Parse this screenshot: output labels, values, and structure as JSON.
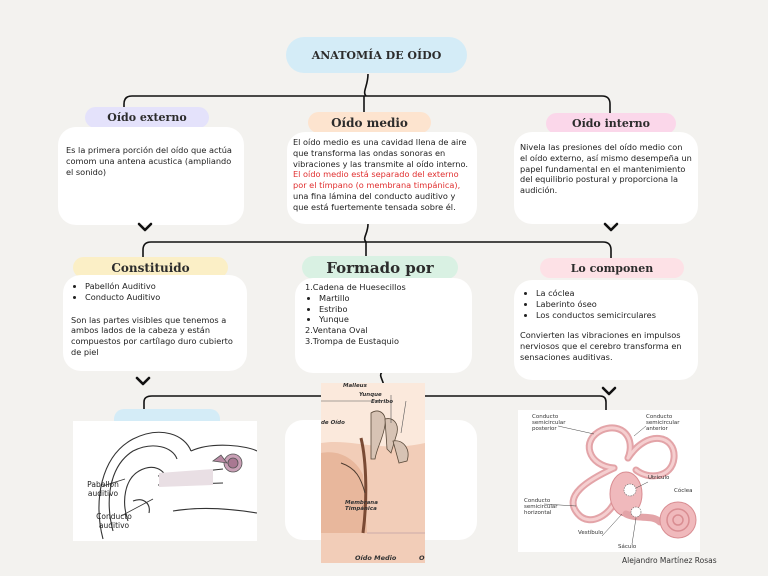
{
  "title": "ANATOMÍA DE OÍDO",
  "sections": {
    "externo": {
      "heading": "Oído externo",
      "text": "Es la primera porción del oído que actúa comom una antena acustica (ampliando el sonido)"
    },
    "medio": {
      "heading": "Oído medio",
      "text1": "El oído medio es una cavidad llena de aire que transforma las ondas sonoras en vibraciones y las transmite al oído interno.",
      "text_red": "El oído medio está separado del externo por el tímpano (o membrana timpánica),",
      "text2": "una fina lámina del conducto auditivo y que está fuertemente tensada sobre él."
    },
    "interno": {
      "heading": "Oído interno",
      "text": "Nivela las presiones del oído medio con el oído externo, así mismo desempeña un papel fundamental en el mantenimiento del equilibrio postural y proporciona la audición."
    }
  },
  "level2": {
    "constituido": {
      "heading": "Constituido",
      "items": [
        "Pabellón Auditivo",
        "Conducto Auditivo"
      ],
      "text": "Son las partes visibles que tenemos a ambos lados de la cabeza y están compuestos por cartílago duro cubierto de piel"
    },
    "formado": {
      "heading": "Formado por",
      "line1": "1.Cadena de Huesecillos",
      "items": [
        "Martillo",
        "Estribo",
        "Yunque"
      ],
      "line2": "2.Ventana Oval",
      "line3": "3.Trompa de Eustaquio"
    },
    "componen": {
      "heading": "Lo componen",
      "items": [
        "La cóclea",
        "Laberinto óseo",
        "Los conductos semicirculares"
      ],
      "text": "Convierten las vibraciones en impulsos nerviosos que el cerebro transforma en sensaciones auditivas."
    }
  },
  "images": {
    "externo": {
      "label1": "Pabellón auditivo",
      "label2": "Conducto auditivo"
    },
    "medio": {
      "malleus": "Malleus",
      "yunque": "Yunque",
      "estribo": "Estribo",
      "de_oido": "de Oído",
      "membrana": "Membrana Timpánica",
      "caption": "Oído Medio",
      "cut": "O"
    },
    "interno": {
      "post": "Conducto semicircular posterior",
      "ant": "Conducto semicircular anterior",
      "utriculo": "Utrículo",
      "horiz": "Conducto semicircular horizontal",
      "coclea": "Cóclea",
      "vestibulo": "Vestíbulo",
      "saculo": "Sáculo"
    }
  },
  "author": "Alejandro Martínez Rosas",
  "colors": {
    "title_bg": "#d4ecf7",
    "externo_bg": "#e4e2fb",
    "medio_bg": "#fde4cf",
    "interno_bg": "#fbd7ea",
    "constituido_bg": "#fbefc6",
    "formado_bg": "#d9f1e3",
    "componen_bg": "#fde1e6"
  }
}
